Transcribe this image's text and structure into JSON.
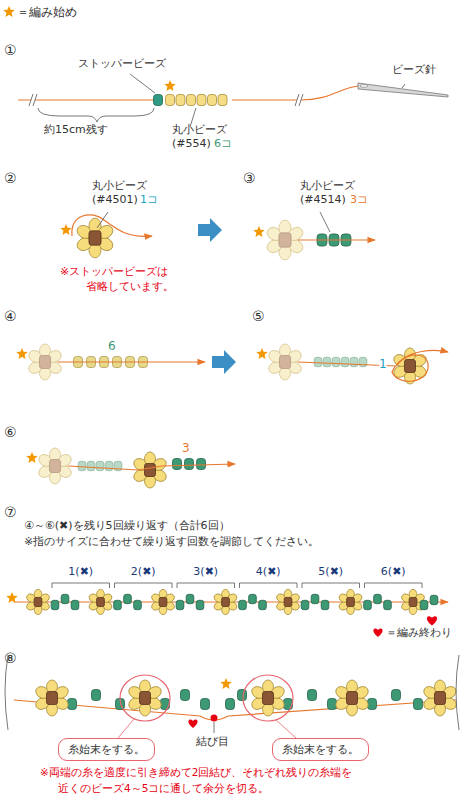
{
  "diagram": {
    "nodes": [
      {
        "text": [
          "糸始末をする。"
        ]
      },
      {
        "text": [
          "糸始末をする。"
        ]
      }
    ],
    "labels": [
      "①",
      "ストッパービーズ",
      "ビーズ針",
      "約15cm残す",
      "丸小ビーズ",
      "(#554)",
      "6コ",
      "②",
      "丸小ビーズ",
      "(#4501)",
      "1コ",
      "※ストッパービーズは",
      "省略しています。",
      "③",
      "丸小ビーズ",
      "(#4514)",
      "3コ",
      "④",
      "6",
      "⑤",
      "1",
      "⑥",
      "3",
      "⑦",
      "④～⑥(✖)を残り5回繰り返す（合計6回）",
      "※指のサイズに合わせて繰り返す回数を調節してください。",
      "1(✖)",
      "2(✖)",
      "3(✖)",
      "4(✖)",
      "5(✖)",
      "6(✖)",
      "⑧",
      "結び目",
      "※両端の糸を適度に引き締めて2回結び、それぞれ残りの糸端を",
      "近くのビーズ4～5コに通して余分を切る。"
    ],
    "legend": [
      {
        "text": "＝編み始め"
      },
      {
        "text": "＝編み終わり"
      }
    ]
  }
}
